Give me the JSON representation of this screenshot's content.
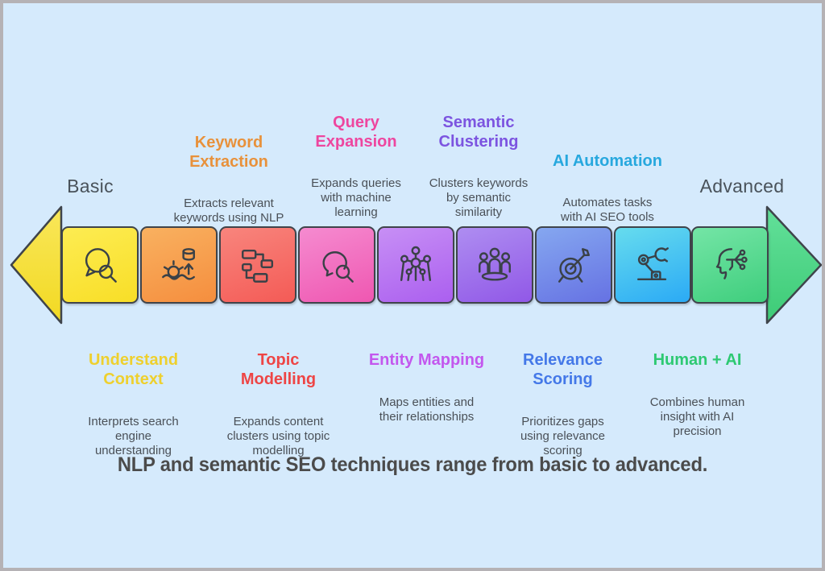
{
  "canvas": {
    "background": "#D5EAFC",
    "frame": "#B5B2B5",
    "text_dark": "#4A5057"
  },
  "axis": {
    "basic": "Basic",
    "advanced": "Advanced",
    "label_color": "#49525A"
  },
  "caption": "NLP and semantic SEO techniques range from basic to advanced.",
  "top_items": [
    {
      "title": "Keyword\nExtraction",
      "description": "Extracts relevant\nkeywords using NLP",
      "color": "#E8913B"
    },
    {
      "title": "Query\nExpansion",
      "description": "Expands queries\nwith machine\nlearning",
      "color": "#EE469F"
    },
    {
      "title": "Semantic\nClustering",
      "description": "Clusters keywords\nby semantic\nsimilarity",
      "color": "#7C54E0"
    },
    {
      "title": "AI Automation",
      "description": "Automates tasks\nwith AI SEO tools",
      "color": "#27A8DE"
    }
  ],
  "bottom_items": [
    {
      "title": "Understand\nContext",
      "description": "Interprets search\nengine\nunderstanding",
      "color": "#EED02E"
    },
    {
      "title": "Topic\nModelling",
      "description": "Expands content\nclusters using topic\nmodelling",
      "color": "#EE4545"
    },
    {
      "title": "Entity Mapping",
      "description": "Maps entities and\ntheir relationships",
      "color": "#C357EE"
    },
    {
      "title": "Relevance\nScoring",
      "description": "Prioritizes gaps\nusing relevance\nscoring",
      "color": "#4478E8"
    },
    {
      "title": "Human + AI",
      "description": "Combines human\ninsight with AI\nprecision",
      "color": "#2DC972"
    }
  ],
  "segments": [
    {
      "name": "understand-context",
      "icon": "chat-search-icon",
      "bg": "linear-gradient(160deg,#FDEC52,#F8DE27)"
    },
    {
      "name": "keyword-extraction",
      "icon": "gear-data-upload-icon",
      "bg": "linear-gradient(160deg,#F9B160,#F58E3E)"
    },
    {
      "name": "topic-modelling",
      "icon": "flowchart-icon",
      "bg": "linear-gradient(160deg,#F8857D,#F45B56)"
    },
    {
      "name": "query-expansion",
      "icon": "chat-search-icon",
      "bg": "linear-gradient(160deg,#F58BD0,#EF57B1)"
    },
    {
      "name": "entity-mapping",
      "icon": "network-nodes-icon",
      "bg": "linear-gradient(160deg,#C78FF5,#AB5FEF)"
    },
    {
      "name": "semantic-clustering",
      "icon": "people-group-icon",
      "bg": "linear-gradient(160deg,#AE8DF1,#9158E7)"
    },
    {
      "name": "relevance-scoring",
      "icon": "target-arrow-icon",
      "bg": "linear-gradient(160deg,#85A7F0,#6672E3)"
    },
    {
      "name": "ai-automation",
      "icon": "robot-arm-icon",
      "bg": "linear-gradient(160deg,#66DCEE,#2BAAF5)"
    },
    {
      "name": "human-ai",
      "icon": "head-circuit-icon",
      "bg": "linear-gradient(160deg,#74E5A6,#3FCE7D)"
    }
  ],
  "arrow": {
    "left": {
      "top": "#F9E75A",
      "bottom": "#F2D922"
    },
    "right": {
      "top": "#63E09A",
      "bottom": "#3DCB76"
    },
    "outline": "#3F444B"
  }
}
